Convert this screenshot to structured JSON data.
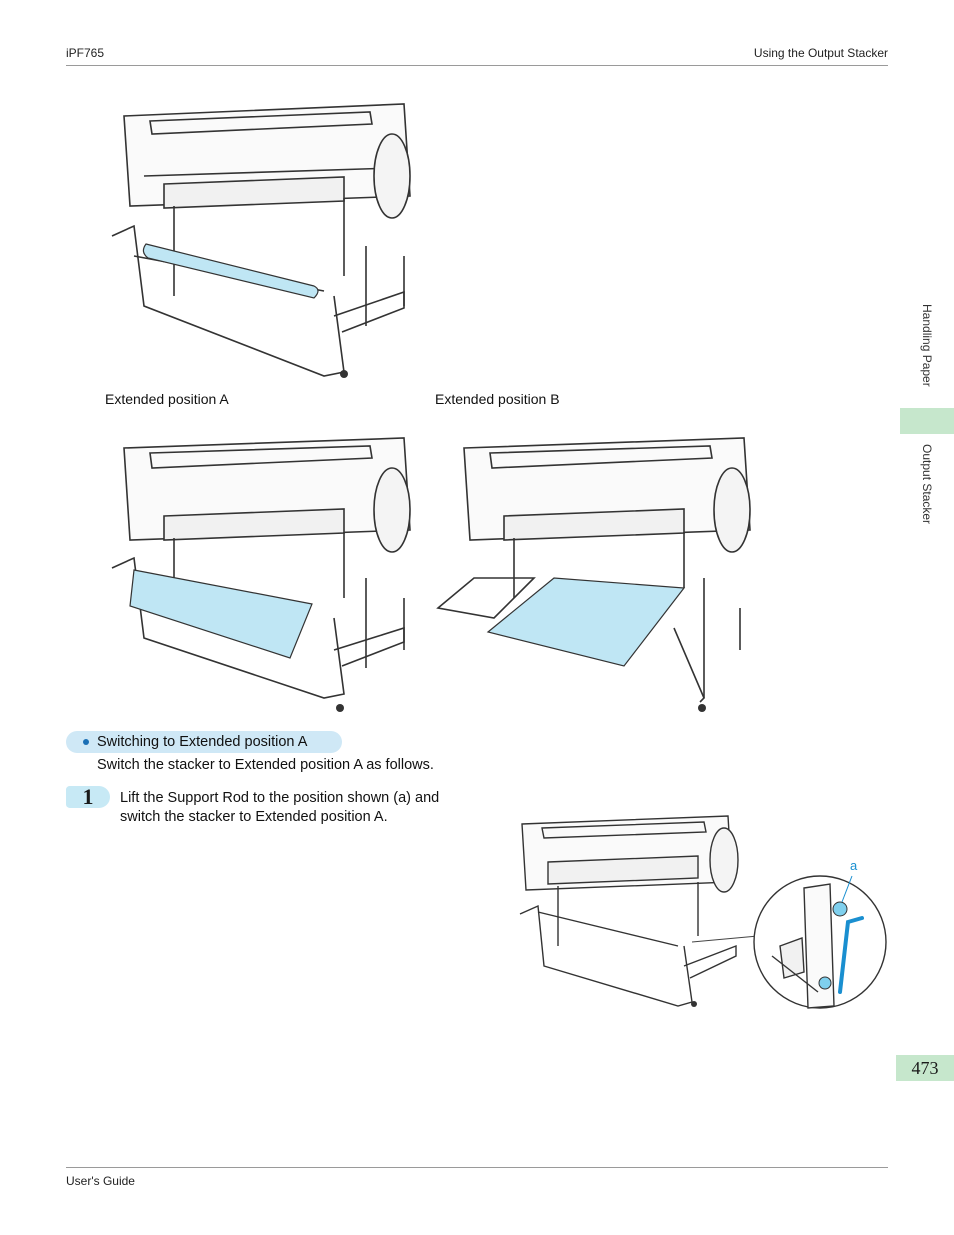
{
  "header": {
    "left": "iPF765",
    "right": "Using the Output Stacker"
  },
  "sidebar": {
    "tab1": "Handling Paper",
    "tab2": "Output Stacker"
  },
  "page_number": "473",
  "footer": {
    "text": "User's Guide"
  },
  "figures": {
    "caption_a": "Extended position A",
    "caption_b": "Extended position B",
    "callout": "a"
  },
  "section": {
    "heading": "Switching to Extended position A",
    "intro": "Switch the stacker to Extended position A as follows."
  },
  "step": {
    "number": "1",
    "line1": "Lift the Support Rod to the position shown (a) and",
    "line2": "switch the stacker to Extended position A."
  },
  "colors": {
    "accent_green": "#c6e7cc",
    "accent_blue": "#cfe8f6",
    "paper_blue": "#bfe6f4"
  }
}
